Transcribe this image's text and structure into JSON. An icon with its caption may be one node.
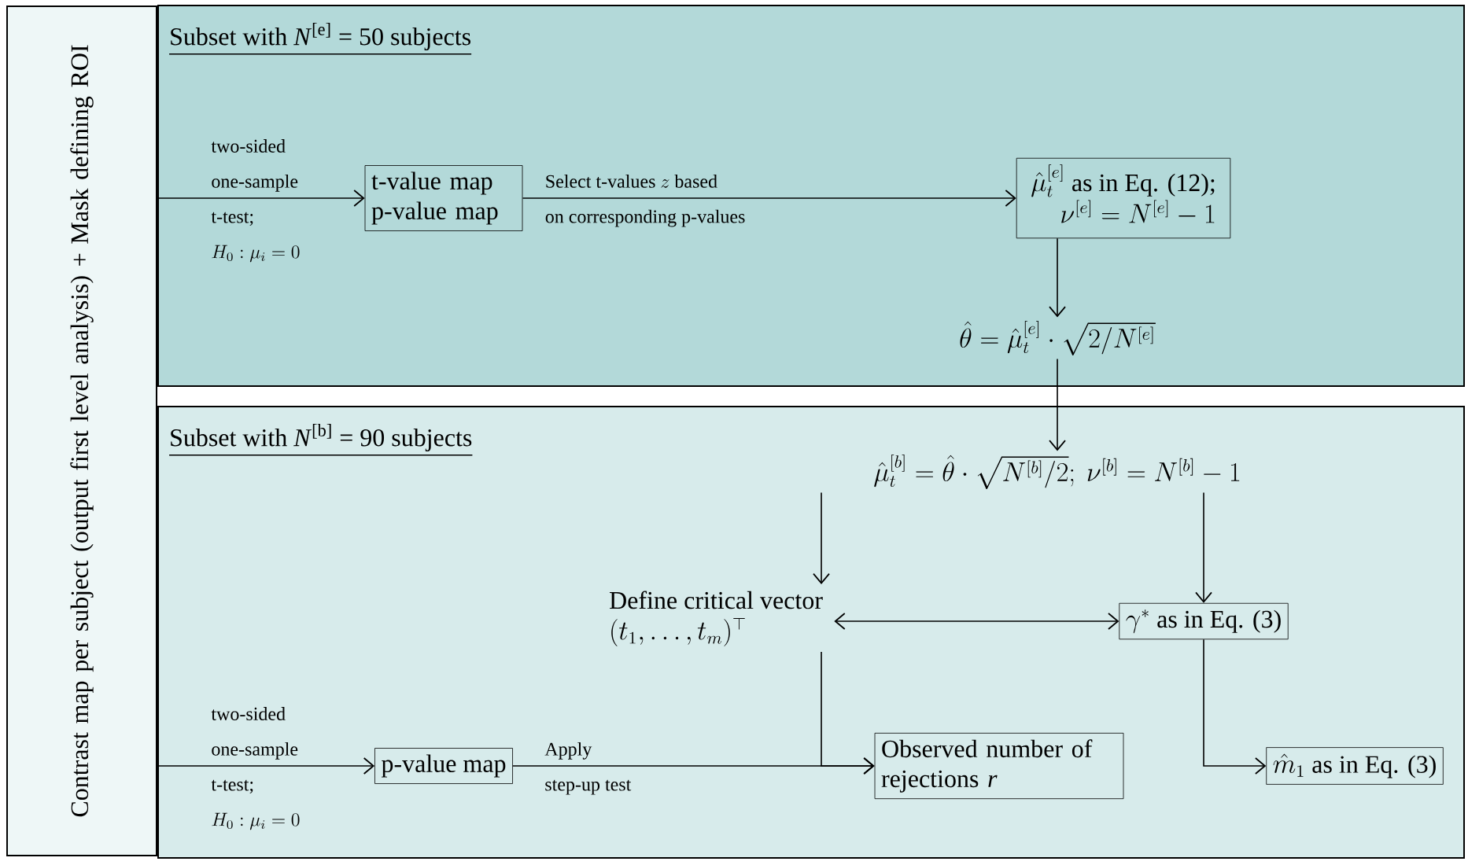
{
  "diagram": {
    "nodes": [
      {
        "text": [
          "Contrast map per subject (output first level analysis) + Mask defining ROI"
        ]
      },
      {
        "text": [
          "Subset with *N*$^{[e]}$ = 50 subjects"
        ]
      },
      {
        "text": [
          "Subset with *N*$^{[b]}$ = 90 subjects"
        ]
      },
      {
        "text": [
          "t-value map p-value map"
        ],
        "in": 1
      },
      {
        "text": [
          "\\begin{array}{r}\\hat{\\mu}_t^{[e]}\\text{ as in Eq. (12);}\\\\ \\nu^{[e]}=N^{[e]}-1\\end{array}"
        ],
        "in": 1
      },
      {
        "text": [
          "\\hat{\\theta}=\\hat{\\mu}_t^{[e]}\\cdot\\sqrt{2/N^{[e]}}"
        ],
        "in": 1
      },
      {
        "text": [
          "\\hat{\\mu}_t^{[b]}=\\hat{\\theta}\\cdot\\sqrt{N^{[b]}/2};\\ \\nu^{[b]}=N^{[b]}-1"
        ],
        "in": 2
      },
      {
        "text": [
          "\\begin{array}{l}\\text{Define critical vector}\\\\ (t_1,\\ldots,t_m)^{\\top}\\end{array}"
        ],
        "in": 2
      },
      {
        "text": [
          "\\gamma^{*}\\text{ as in Eq. (3)}"
        ],
        "in": 2
      },
      {
        "text": [
          "p-value map"
        ],
        "in": 2
      },
      {
        "text": [
          "Observed number of rejections *r*"
        ],
        "in": 2
      },
      {
        "text": [
          "\\hat{m}_1\\text{ as in Eq. (3)}"
        ],
        "in": 2
      }
    ],
    "edges": [
      {
        "from": 0,
        "to": 3,
        "arrow": "to",
        "label": "\\begin{array}{l}\\text{two-sided}\\\\ \\text{one-sample}\\\\ \\text{t-test;}\\\\ H_0:\\mu_i=0\\end{array}"
      },
      {
        "from": 3,
        "to": 4,
        "arrow": "to",
        "label": "\\begin{array}{l}\\text{Select t-values }z\\text{ based}\\\\ \\text{on corresponding p-values}\\end{array}"
      },
      {
        "from": 4,
        "to": 5,
        "arrow": "to"
      },
      {
        "from": 5,
        "to": 6,
        "arrow": "to"
      },
      {
        "from": 6,
        "to": 7,
        "arrow": "to"
      },
      {
        "from": 6,
        "to": 8,
        "arrow": "to"
      },
      {
        "from": 7,
        "to": 8,
        "arrow": "both"
      },
      {
        "from": 0,
        "to": 9,
        "arrow": "to",
        "label": "\\begin{array}{l}\\text{two-sided}\\\\ \\text{one-sample}\\\\ \\text{t-test;}\\\\ H_0:\\mu_i=0\\end{array}"
      },
      {
        "from": 9,
        "to": 10,
        "arrow": "to",
        "label": "\\begin{array}{l}\\text{Apply}\\\\ \\text{step-up test}\\end{array}"
      },
      {
        "from": 7,
        "to": 10,
        "arrow": "to"
      },
      {
        "from": 8,
        "to": 11,
        "arrow": "to"
      }
    ]
  }
}
